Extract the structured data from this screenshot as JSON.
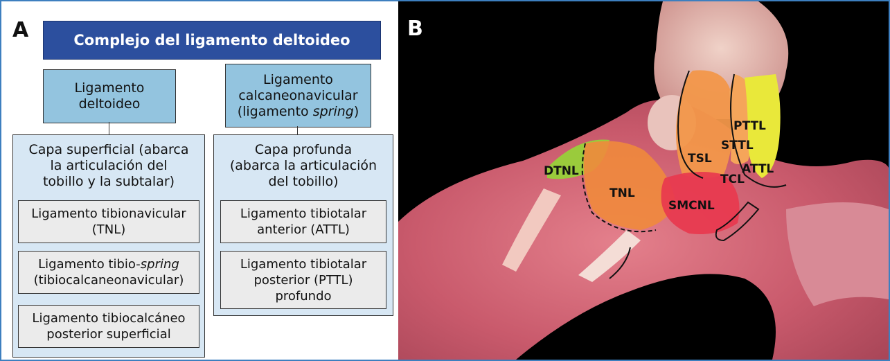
{
  "panel_a": {
    "letter": "A",
    "title": "Complejo del ligamento deltoideo",
    "left": {
      "header_line1": "Ligamento",
      "header_line2": "deltoideo",
      "group_line1": "Capa superficial (abarca",
      "group_line2": "la articulación del",
      "group_line3": "tobillo y la subtalar)",
      "items": [
        {
          "line1": "Ligamento tibionavicular",
          "line2": "(TNL)"
        },
        {
          "line1_pre": "Ligamento tibio-",
          "line1_em": "spring",
          "line2": "(tibiocalcaneonavicular)"
        },
        {
          "line1": "Ligamento tibiocalcáneo",
          "line2": "posterior superficial"
        }
      ]
    },
    "right": {
      "header_line1": "Ligamento",
      "header_line2": "calcaneonavicular",
      "header_line3_pre": "(ligamento ",
      "header_line3_em": "spring",
      "header_line3_post": ")",
      "group_line1": "Capa profunda",
      "group_line2": "(abarca la articulación",
      "group_line3": "del tobillo)",
      "items": [
        {
          "line1": "Ligamento tibiotalar",
          "line2": "anterior (ATTL)"
        },
        {
          "line1": "Ligamento tibiotalar",
          "line2": "posterior (PTTL)",
          "line3": "profundo"
        }
      ]
    }
  },
  "panel_b": {
    "letter": "B",
    "labels": {
      "dtnl": "DTNL",
      "tnl": "TNL",
      "tsl": "TSL",
      "smcnl": "SMCNL",
      "tcl": "TCL",
      "sttl": "STTL",
      "pttl": "PTTL",
      "attl": "ATTL"
    },
    "colors": {
      "background": "#000000",
      "tissue": "#d86a7a",
      "tnl": "#f08a3c",
      "tsl": "#f2974a",
      "smcnl": "#e8384e",
      "dtnl": "#9acb3c",
      "pttl": "#e9e83a"
    }
  },
  "colors": {
    "title_fill": "#2c4f9e",
    "header_fill": "#93c4df",
    "group_fill": "#d7e7f4",
    "item_fill": "#ebebeb",
    "frame": "#3d7fbf"
  }
}
